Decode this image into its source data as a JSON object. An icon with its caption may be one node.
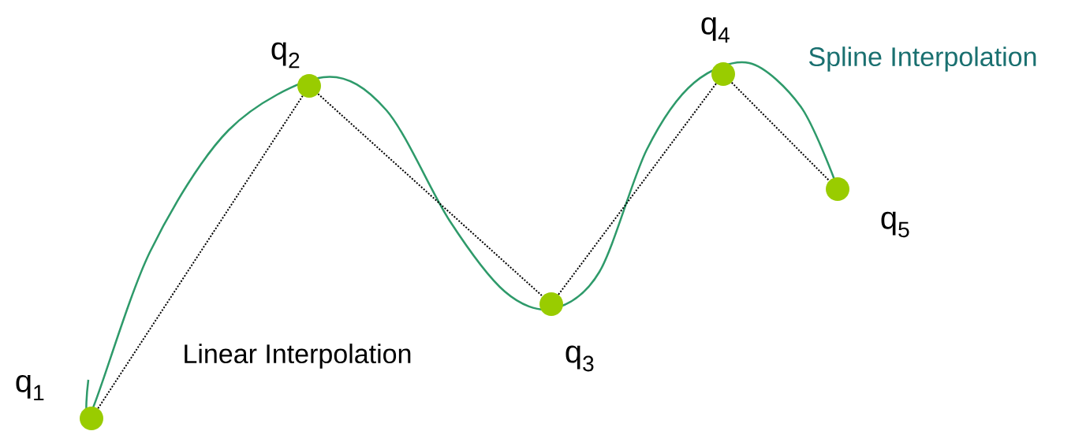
{
  "diagram": {
    "nodes": [
      {
        "text": [],
        "shape": "circle",
        "beside": [
          "q$_{1}$"
        ]
      },
      {
        "text": [],
        "shape": "circle",
        "beside": [
          "q$_{2}$"
        ]
      },
      {
        "text": [],
        "shape": "circle",
        "beside": [
          "q$_{3}$"
        ]
      },
      {
        "text": [],
        "shape": "circle",
        "beside": [
          "q$_{4}$"
        ]
      },
      {
        "text": [],
        "shape": "circle",
        "beside": [
          "q$_{5}$"
        ]
      }
    ],
    "edges": [
      {
        "from": 0,
        "to": 1,
        "arrow": "none",
        "style": "dashed"
      },
      {
        "from": 1,
        "to": 2,
        "arrow": "none",
        "style": "dashed"
      },
      {
        "from": 2,
        "to": 3,
        "arrow": "none",
        "style": "dashed"
      },
      {
        "from": 3,
        "to": 4,
        "arrow": "none",
        "style": "dashed"
      }
    ],
    "labels": [
      "Spline Interpolation",
      "Linear Interpolation"
    ]
  }
}
